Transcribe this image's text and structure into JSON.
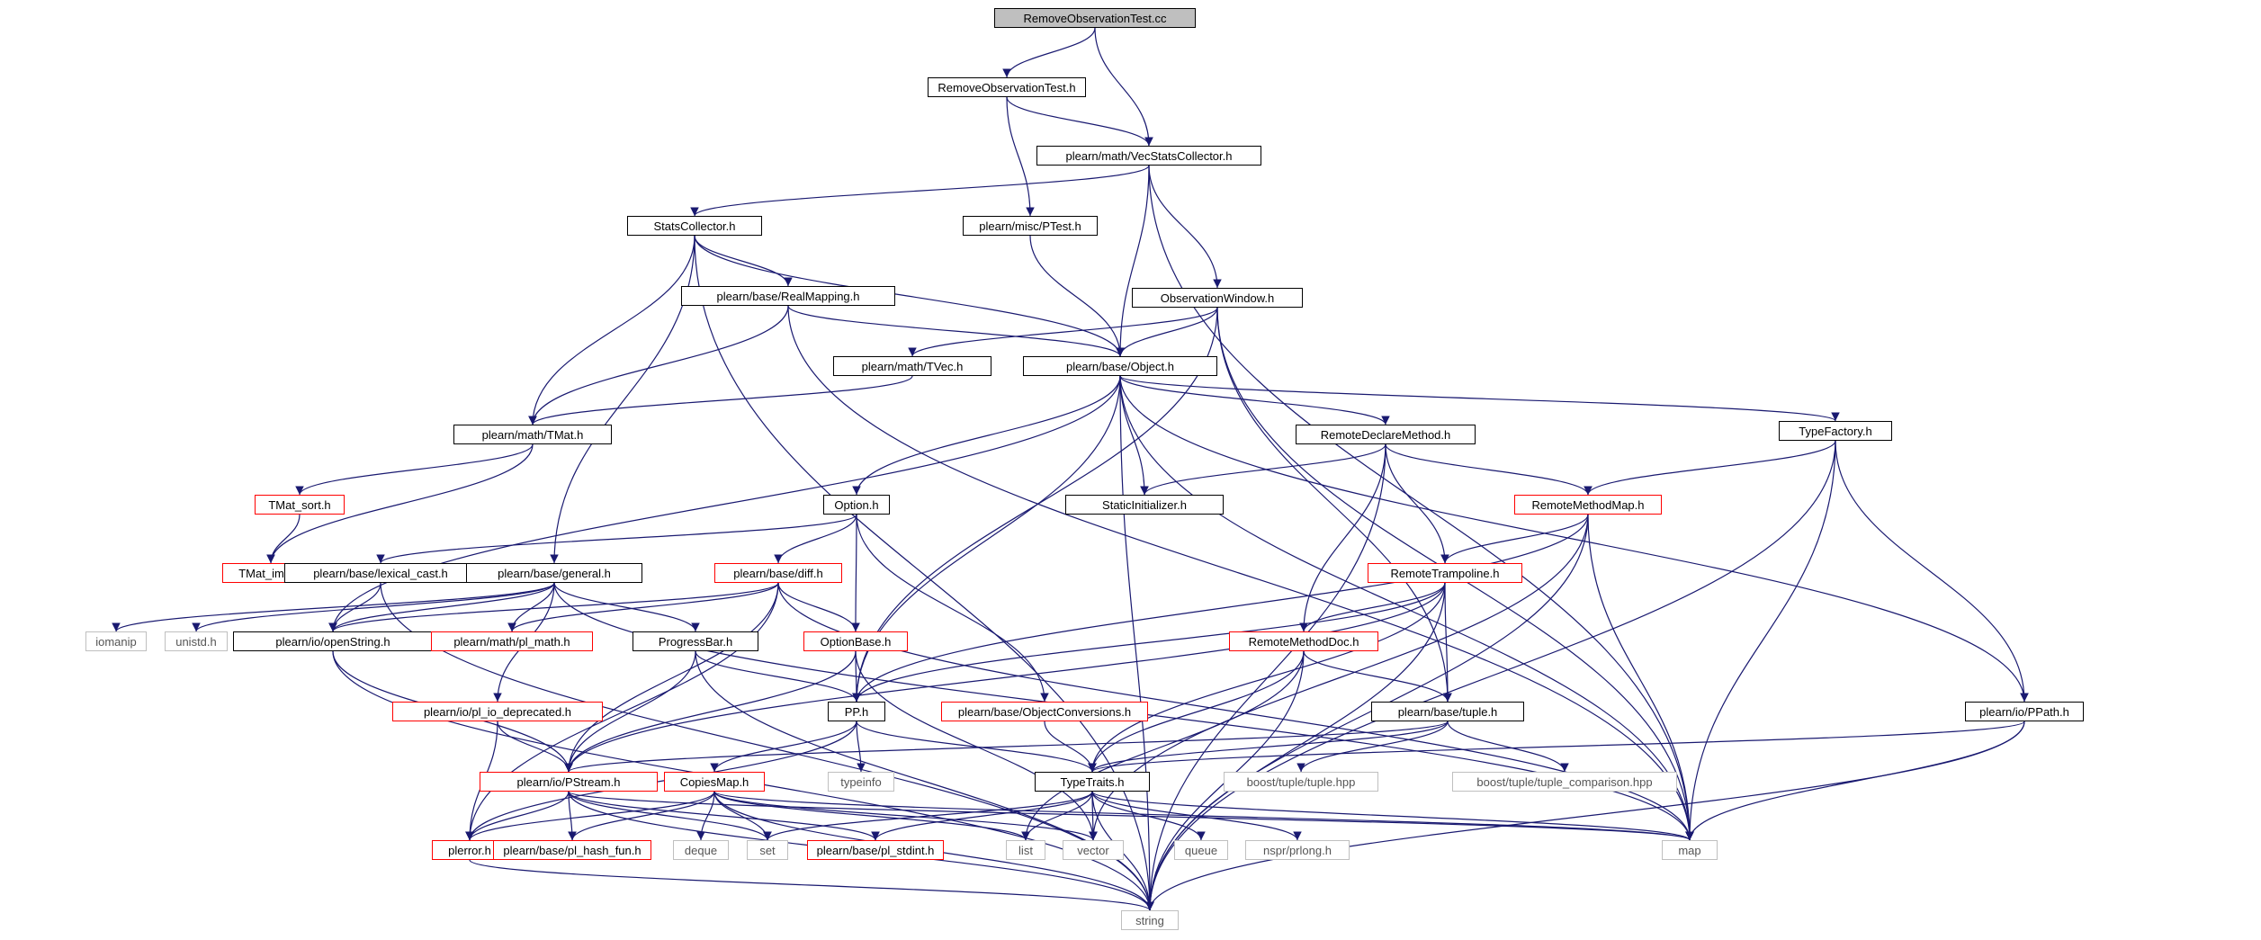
{
  "diagram": {
    "colors": {
      "edge": "#191970",
      "documented_border": "#000000",
      "incomplete_border": "#ff0000",
      "external_border": "#bfbfbf",
      "root_fill": "#bfbfbf"
    },
    "nodes": [
      {
        "id": "root",
        "label": "RemoveObservationTest.cc",
        "kind": "root"
      },
      {
        "id": "rot_h",
        "label": "RemoveObservationTest.h",
        "kind": "black"
      },
      {
        "id": "vecstats",
        "label": "plearn/math/VecStatsCollector.h",
        "kind": "black"
      },
      {
        "id": "statscoll",
        "label": "StatsCollector.h",
        "kind": "black"
      },
      {
        "id": "ptest",
        "label": "plearn/misc/PTest.h",
        "kind": "black"
      },
      {
        "id": "realmap",
        "label": "plearn/base/RealMapping.h",
        "kind": "black"
      },
      {
        "id": "obswin",
        "label": "ObservationWindow.h",
        "kind": "black"
      },
      {
        "id": "tvec",
        "label": "plearn/math/TVec.h",
        "kind": "black"
      },
      {
        "id": "object",
        "label": "plearn/base/Object.h",
        "kind": "black"
      },
      {
        "id": "tmat",
        "label": "plearn/math/TMat.h",
        "kind": "black"
      },
      {
        "id": "rdm",
        "label": "RemoteDeclareMethod.h",
        "kind": "black"
      },
      {
        "id": "typefactory",
        "label": "TypeFactory.h",
        "kind": "black"
      },
      {
        "id": "tmatsort",
        "label": "TMat_sort.h",
        "kind": "red"
      },
      {
        "id": "option",
        "label": "Option.h",
        "kind": "black"
      },
      {
        "id": "staticinit",
        "label": "StaticInitializer.h",
        "kind": "black"
      },
      {
        "id": "rmm",
        "label": "RemoteMethodMap.h",
        "kind": "red"
      },
      {
        "id": "tmatimpl",
        "label": "TMat_impl.h",
        "kind": "red"
      },
      {
        "id": "lexcast",
        "label": "plearn/base/lexical_cast.h",
        "kind": "black"
      },
      {
        "id": "general",
        "label": "plearn/base/general.h",
        "kind": "black"
      },
      {
        "id": "diff",
        "label": "plearn/base/diff.h",
        "kind": "red"
      },
      {
        "id": "rtramp",
        "label": "RemoteTrampoline.h",
        "kind": "red"
      },
      {
        "id": "iomanip",
        "label": "iomanip",
        "kind": "grey"
      },
      {
        "id": "unistd",
        "label": "unistd.h",
        "kind": "grey"
      },
      {
        "id": "openstring",
        "label": "plearn/io/openString.h",
        "kind": "black"
      },
      {
        "id": "plmath",
        "label": "plearn/math/pl_math.h",
        "kind": "red"
      },
      {
        "id": "progress",
        "label": "ProgressBar.h",
        "kind": "black"
      },
      {
        "id": "optionbase",
        "label": "OptionBase.h",
        "kind": "red"
      },
      {
        "id": "rmdoc",
        "label": "RemoteMethodDoc.h",
        "kind": "red"
      },
      {
        "id": "ioDeprecated",
        "label": "plearn/io/pl_io_deprecated.h",
        "kind": "red"
      },
      {
        "id": "pp",
        "label": "PP.h",
        "kind": "black"
      },
      {
        "id": "objconv",
        "label": "plearn/base/ObjectConversions.h",
        "kind": "red"
      },
      {
        "id": "tuple",
        "label": "plearn/base/tuple.h",
        "kind": "black"
      },
      {
        "id": "ppath",
        "label": "plearn/io/PPath.h",
        "kind": "black"
      },
      {
        "id": "pstream",
        "label": "plearn/io/PStream.h",
        "kind": "red"
      },
      {
        "id": "copiesmap",
        "label": "CopiesMap.h",
        "kind": "red"
      },
      {
        "id": "typeinfo",
        "label": "typeinfo",
        "kind": "grey"
      },
      {
        "id": "typetraits",
        "label": "TypeTraits.h",
        "kind": "black"
      },
      {
        "id": "bt_tuple",
        "label": "boost/tuple/tuple.hpp",
        "kind": "grey"
      },
      {
        "id": "bt_tcmp",
        "label": "boost/tuple/tuple_comparison.hpp",
        "kind": "grey"
      },
      {
        "id": "plerror",
        "label": "plerror.h",
        "kind": "red"
      },
      {
        "id": "hashfun",
        "label": "plearn/base/pl_hash_fun.h",
        "kind": "red"
      },
      {
        "id": "deque",
        "label": "deque",
        "kind": "grey"
      },
      {
        "id": "set",
        "label": "set",
        "kind": "grey"
      },
      {
        "id": "stdint",
        "label": "plearn/base/pl_stdint.h",
        "kind": "red"
      },
      {
        "id": "list",
        "label": "list",
        "kind": "grey"
      },
      {
        "id": "vector",
        "label": "vector",
        "kind": "grey"
      },
      {
        "id": "queue",
        "label": "queue",
        "kind": "grey"
      },
      {
        "id": "prlong",
        "label": "nspr/prlong.h",
        "kind": "grey"
      },
      {
        "id": "map",
        "label": "map",
        "kind": "grey"
      },
      {
        "id": "string",
        "label": "string",
        "kind": "grey"
      }
    ],
    "edges": [
      [
        "root",
        "rot_h"
      ],
      [
        "root",
        "vecstats"
      ],
      [
        "rot_h",
        "vecstats"
      ],
      [
        "rot_h",
        "ptest"
      ],
      [
        "vecstats",
        "statscoll"
      ],
      [
        "vecstats",
        "object"
      ],
      [
        "vecstats",
        "obswin"
      ],
      [
        "vecstats",
        "map"
      ],
      [
        "statscoll",
        "realmap"
      ],
      [
        "statscoll",
        "object"
      ],
      [
        "statscoll",
        "tmat"
      ],
      [
        "statscoll",
        "general"
      ],
      [
        "statscoll",
        "string"
      ],
      [
        "ptest",
        "object"
      ],
      [
        "realmap",
        "object"
      ],
      [
        "realmap",
        "tmat"
      ],
      [
        "realmap",
        "map"
      ],
      [
        "obswin",
        "tvec"
      ],
      [
        "obswin",
        "object"
      ],
      [
        "obswin",
        "pp"
      ],
      [
        "obswin",
        "tuple"
      ],
      [
        "obswin",
        "map"
      ],
      [
        "tvec",
        "tmat"
      ],
      [
        "tmat",
        "tmatsort"
      ],
      [
        "tmat",
        "tmatimpl"
      ],
      [
        "tmatsort",
        "tmatimpl"
      ],
      [
        "object",
        "option"
      ],
      [
        "object",
        "pp"
      ],
      [
        "object",
        "openstring"
      ],
      [
        "object",
        "staticinit"
      ],
      [
        "object",
        "rdm"
      ],
      [
        "object",
        "typefactory"
      ],
      [
        "object",
        "ppath"
      ],
      [
        "object",
        "map"
      ],
      [
        "object",
        "string"
      ],
      [
        "rdm",
        "staticinit"
      ],
      [
        "rdm",
        "rmm"
      ],
      [
        "rdm",
        "rtramp"
      ],
      [
        "rdm",
        "rmdoc"
      ],
      [
        "rdm",
        "string"
      ],
      [
        "typefactory",
        "rmm"
      ],
      [
        "typefactory",
        "ppath"
      ],
      [
        "typefactory",
        "map"
      ],
      [
        "typefactory",
        "string"
      ],
      [
        "option",
        "lexcast"
      ],
      [
        "option",
        "diff"
      ],
      [
        "option",
        "optionbase"
      ],
      [
        "option",
        "objconv"
      ],
      [
        "rmm",
        "rtramp"
      ],
      [
        "rmm",
        "pp"
      ],
      [
        "rmm",
        "map"
      ],
      [
        "rmm",
        "vector"
      ],
      [
        "rmm",
        "string"
      ],
      [
        "lexcast",
        "openstring"
      ],
      [
        "lexcast",
        "string"
      ],
      [
        "general",
        "iomanip"
      ],
      [
        "general",
        "unistd"
      ],
      [
        "general",
        "openstring"
      ],
      [
        "general",
        "plmath"
      ],
      [
        "general",
        "progress"
      ],
      [
        "general",
        "ioDeprecated"
      ],
      [
        "general",
        "map"
      ],
      [
        "diff",
        "openstring"
      ],
      [
        "diff",
        "plmath"
      ],
      [
        "diff",
        "optionbase"
      ],
      [
        "diff",
        "pstream"
      ],
      [
        "diff",
        "map"
      ],
      [
        "diff",
        "plerror"
      ],
      [
        "rtramp",
        "rmdoc"
      ],
      [
        "rtramp",
        "pp"
      ],
      [
        "rtramp",
        "pstream"
      ],
      [
        "rtramp",
        "tuple"
      ],
      [
        "rtramp",
        "typetraits"
      ],
      [
        "rtramp",
        "string"
      ],
      [
        "openstring",
        "pstream"
      ],
      [
        "openstring",
        "string"
      ],
      [
        "progress",
        "pp"
      ],
      [
        "progress",
        "pstream"
      ],
      [
        "progress",
        "string"
      ],
      [
        "optionbase",
        "pp"
      ],
      [
        "optionbase",
        "pstream"
      ],
      [
        "optionbase",
        "vector"
      ],
      [
        "rmdoc",
        "tuple"
      ],
      [
        "rmdoc",
        "list"
      ],
      [
        "rmdoc",
        "typetraits"
      ],
      [
        "rmdoc",
        "string"
      ],
      [
        "ioDeprecated",
        "pstream"
      ],
      [
        "ioDeprecated",
        "plerror"
      ],
      [
        "pp",
        "copiesmap"
      ],
      [
        "pp",
        "typeinfo"
      ],
      [
        "pp",
        "typetraits"
      ],
      [
        "pp",
        "plerror"
      ],
      [
        "objconv",
        "typetraits"
      ],
      [
        "tuple",
        "pstream"
      ],
      [
        "tuple",
        "bt_tuple"
      ],
      [
        "tuple",
        "bt_tcmp"
      ],
      [
        "tuple",
        "typetraits"
      ],
      [
        "ppath",
        "typetraits"
      ],
      [
        "ppath",
        "map"
      ],
      [
        "ppath",
        "string"
      ],
      [
        "pstream",
        "plerror"
      ],
      [
        "pstream",
        "hashfun"
      ],
      [
        "pstream",
        "set"
      ],
      [
        "pstream",
        "stdint"
      ],
      [
        "pstream",
        "map"
      ],
      [
        "pstream",
        "string"
      ],
      [
        "copiesmap",
        "plerror"
      ],
      [
        "copiesmap",
        "hashfun"
      ],
      [
        "copiesmap",
        "deque"
      ],
      [
        "copiesmap",
        "set"
      ],
      [
        "copiesmap",
        "list"
      ],
      [
        "copiesmap",
        "vector"
      ],
      [
        "copiesmap",
        "map"
      ],
      [
        "copiesmap",
        "string"
      ],
      [
        "typetraits",
        "set"
      ],
      [
        "typetraits",
        "list"
      ],
      [
        "typetraits",
        "vector"
      ],
      [
        "typetraits",
        "queue"
      ],
      [
        "typetraits",
        "prlong"
      ],
      [
        "typetraits",
        "stdint"
      ],
      [
        "typetraits",
        "map"
      ],
      [
        "typetraits",
        "string"
      ],
      [
        "plerror",
        "string"
      ]
    ]
  }
}
